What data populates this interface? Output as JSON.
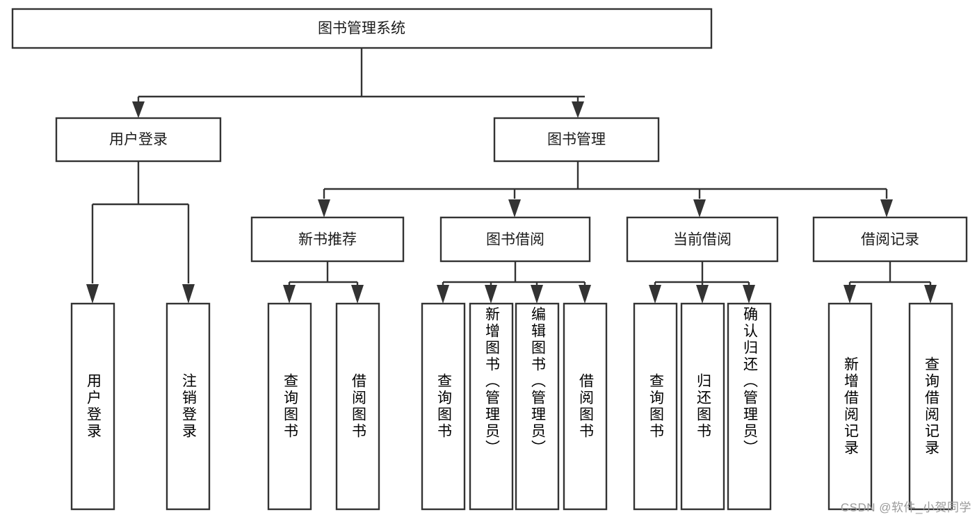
{
  "diagram": {
    "type": "tree-flowchart",
    "title": "图书管理系统",
    "orientation": "top-down",
    "watermark": "CSDN @软件_小贺同学",
    "colors": {
      "box_fill": "#ffffff",
      "box_stroke": "#333333",
      "text": "#1b1b1b",
      "background": "#ffffff",
      "watermark": "#9a9a9a"
    },
    "root": {
      "id": "root",
      "label": "图书管理系统"
    },
    "level2": [
      {
        "id": "user-login",
        "label": "用户登录"
      },
      {
        "id": "book-management",
        "label": "图书管理"
      }
    ],
    "level3": [
      {
        "id": "new-book-recommend",
        "label": "新书推荐",
        "parent": "book-management"
      },
      {
        "id": "book-borrow",
        "label": "图书借阅",
        "parent": "book-management"
      },
      {
        "id": "current-borrow",
        "label": "当前借阅",
        "parent": "book-management"
      },
      {
        "id": "borrow-record",
        "label": "借阅记录",
        "parent": "book-management"
      }
    ],
    "leaves": {
      "user-login": [
        {
          "id": "leaf-user-login",
          "label": "用户登录"
        },
        {
          "id": "leaf-logout",
          "label": "注销登录"
        }
      ],
      "new-book-recommend": [
        {
          "id": "leaf-query-book-1",
          "label": "查询图书"
        },
        {
          "id": "leaf-borrow-book-1",
          "label": "借阅图书"
        }
      ],
      "book-borrow": [
        {
          "id": "leaf-query-book-2",
          "label": "查询图书"
        },
        {
          "id": "leaf-add-book",
          "label": "新增图书（管理员）"
        },
        {
          "id": "leaf-edit-book",
          "label": "编辑图书（管理员）"
        },
        {
          "id": "leaf-borrow-book-2",
          "label": "借阅图书"
        }
      ],
      "current-borrow": [
        {
          "id": "leaf-query-book-3",
          "label": "查询图书"
        },
        {
          "id": "leaf-return-book",
          "label": "归还图书"
        },
        {
          "id": "leaf-confirm-return",
          "label": "确认归还（管理员）"
        }
      ],
      "borrow-record": [
        {
          "id": "leaf-add-record",
          "label": "新增借阅记录"
        },
        {
          "id": "leaf-query-record",
          "label": "查询借阅记录"
        }
      ]
    }
  }
}
